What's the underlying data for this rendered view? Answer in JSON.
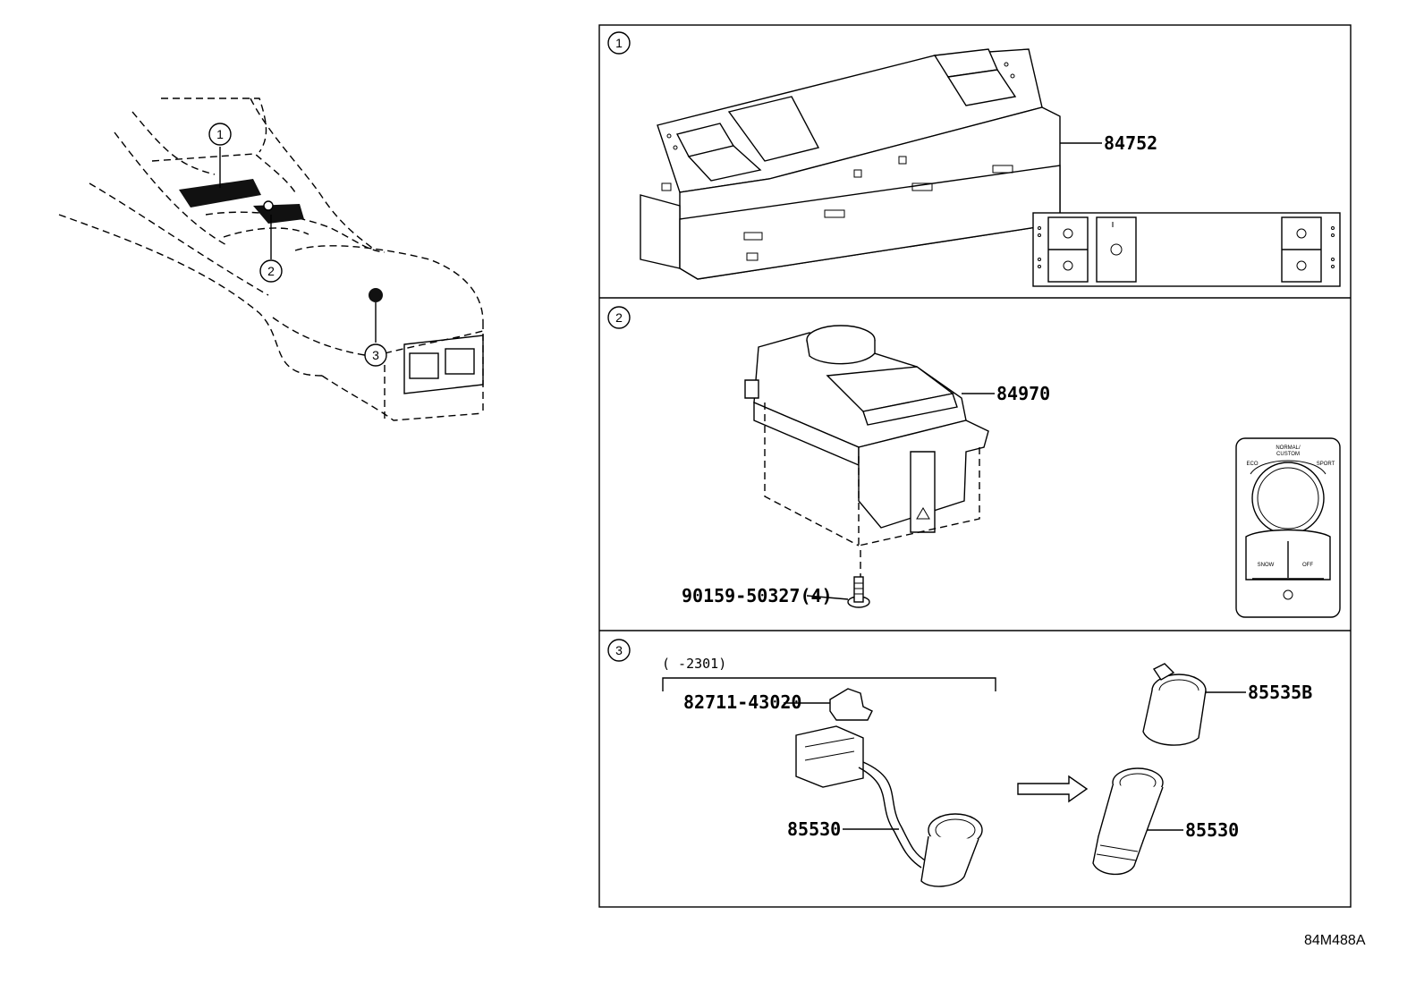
{
  "diagram_code": "84M488A",
  "overview": {
    "callouts": [
      "1",
      "2",
      "3"
    ]
  },
  "panels": [
    {
      "number": "1",
      "parts": [
        {
          "part_no": "84752"
        }
      ]
    },
    {
      "number": "2",
      "parts": [
        {
          "part_no": "84970"
        },
        {
          "part_no": "90159-50327(4)"
        }
      ],
      "inset_labels": {
        "mode_top": "NORMAL/\nCUSTOM",
        "mode_left": "ECO",
        "mode_right": "SPORT",
        "btn_left": "SNOW",
        "btn_right": "OFF"
      }
    },
    {
      "number": "3",
      "bracket_note": "(      -2301)",
      "parts": [
        {
          "part_no": "82711-43020"
        },
        {
          "part_no": "85530"
        },
        {
          "part_no": "85535B"
        },
        {
          "part_no": "85530"
        }
      ]
    }
  ]
}
